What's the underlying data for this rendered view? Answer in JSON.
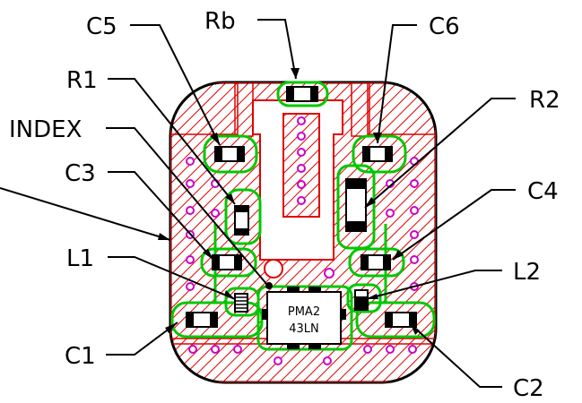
{
  "labels": {
    "c5": "C5",
    "rb": "Rb",
    "c6": "C6",
    "r1": "R1",
    "r2": "R2",
    "index": "INDEX",
    "c3": "C3",
    "c4": "C4",
    "l1": "L1",
    "l2": "L2",
    "c1": "C1",
    "c2": "C2"
  },
  "chip": {
    "line1": "PMA2",
    "line2": "43LN"
  },
  "colors": {
    "copper_hatch": "#e00000",
    "solder_mask": "#00c800",
    "via": "#cc00cc",
    "outline": "#000000",
    "background": "#ffffff"
  }
}
